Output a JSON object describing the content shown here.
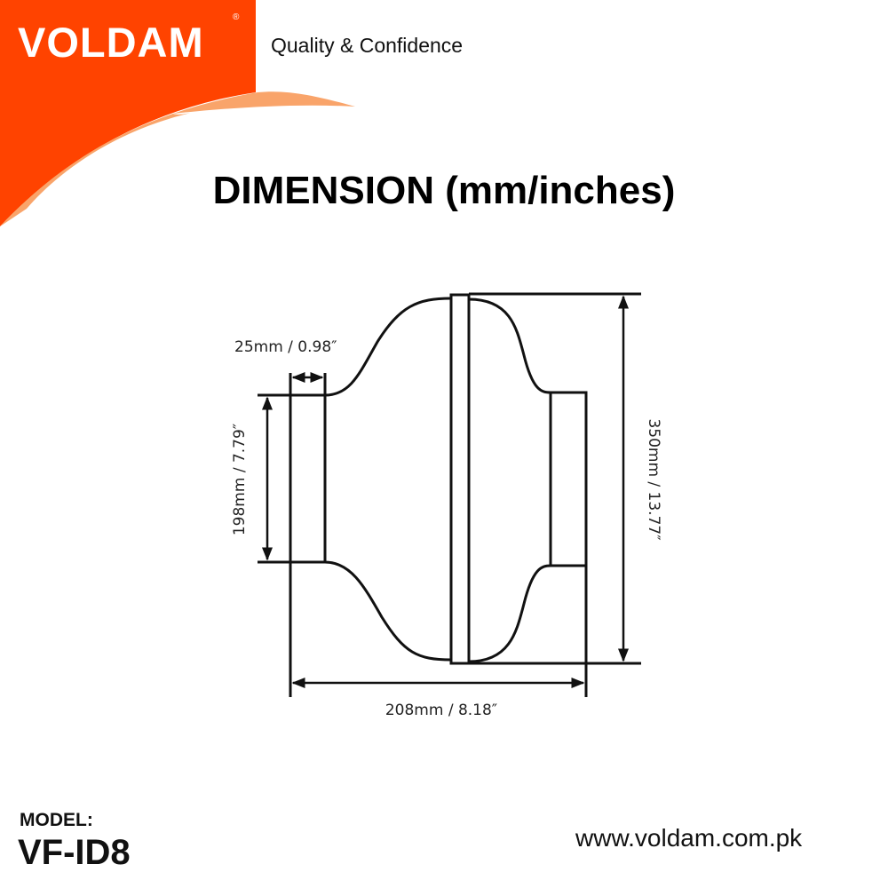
{
  "header": {
    "brand": "VOLDAM",
    "registered_mark": "®",
    "tagline": "Quality & Confidence",
    "brand_color": "#FF4300",
    "swoosh_color": "#F9A46A"
  },
  "title": "DIMENSION (mm/inches)",
  "diagram": {
    "collar_length": "25mm / 0.98″",
    "collar_diameter": "198mm / 7.79″",
    "overall_height": "350mm / 13.77″",
    "overall_length": "208mm / 8.18″"
  },
  "footer": {
    "model_label": "MODEL:",
    "model_value": "VF-ID8",
    "website": "www.voldam.com.pk"
  }
}
